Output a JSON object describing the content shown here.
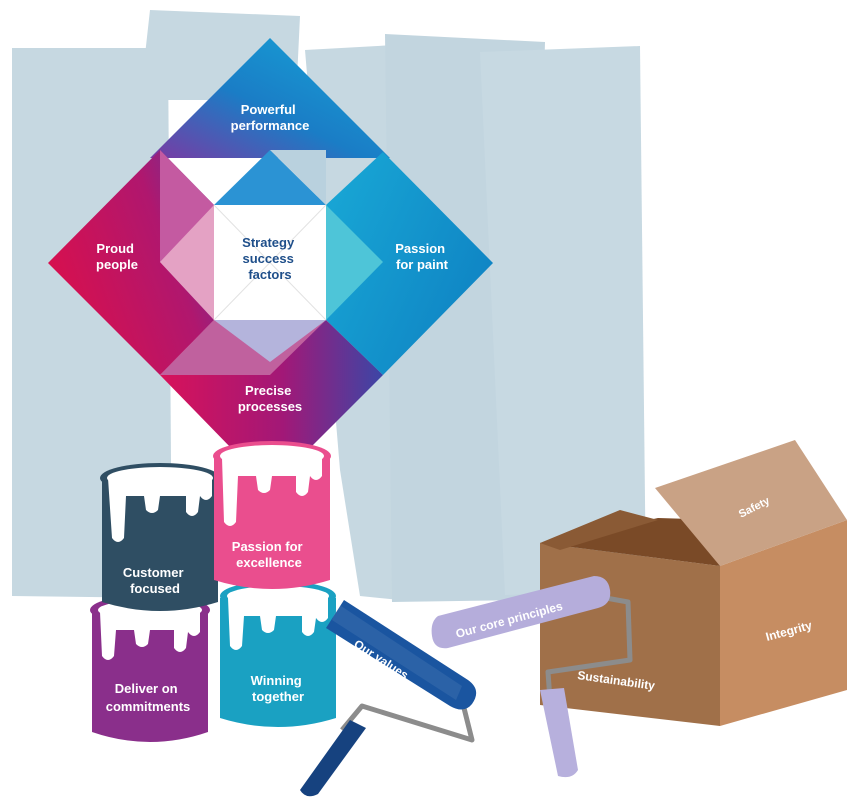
{
  "strategy": {
    "center": [
      "Strategy",
      "success",
      "factors"
    ],
    "top": [
      "Powerful",
      "performance"
    ],
    "left": [
      "Proud",
      "people"
    ],
    "right": [
      "Passion",
      "for paint"
    ],
    "bottom": [
      "Precise",
      "processes"
    ]
  },
  "values": {
    "roller_label": "Our values",
    "cans": {
      "customer": [
        "Customer",
        "focused"
      ],
      "passion": [
        "Passion for",
        "excellence"
      ],
      "deliver": [
        "Deliver on",
        "commitments"
      ],
      "winning": [
        "Winning",
        "together"
      ]
    }
  },
  "principles": {
    "roller_label": "Our core principles",
    "box": {
      "lid": "Safety",
      "side": "Integrity",
      "front": "Sustainability"
    }
  },
  "colors": {
    "backdrop": "#c5d7e0",
    "blue": "#0a8fd0",
    "magenta": "#d4105a",
    "navy": "#16427f",
    "text_dark": "#1f4f8a",
    "can_navy": "#2f4e63",
    "can_pink": "#ea4e8e",
    "can_purple": "#8a2f8b",
    "can_teal": "#1aa1c2",
    "roller_lilac": "#b5addb",
    "box_brown": "#a57250",
    "box_light": "#c9a285"
  }
}
